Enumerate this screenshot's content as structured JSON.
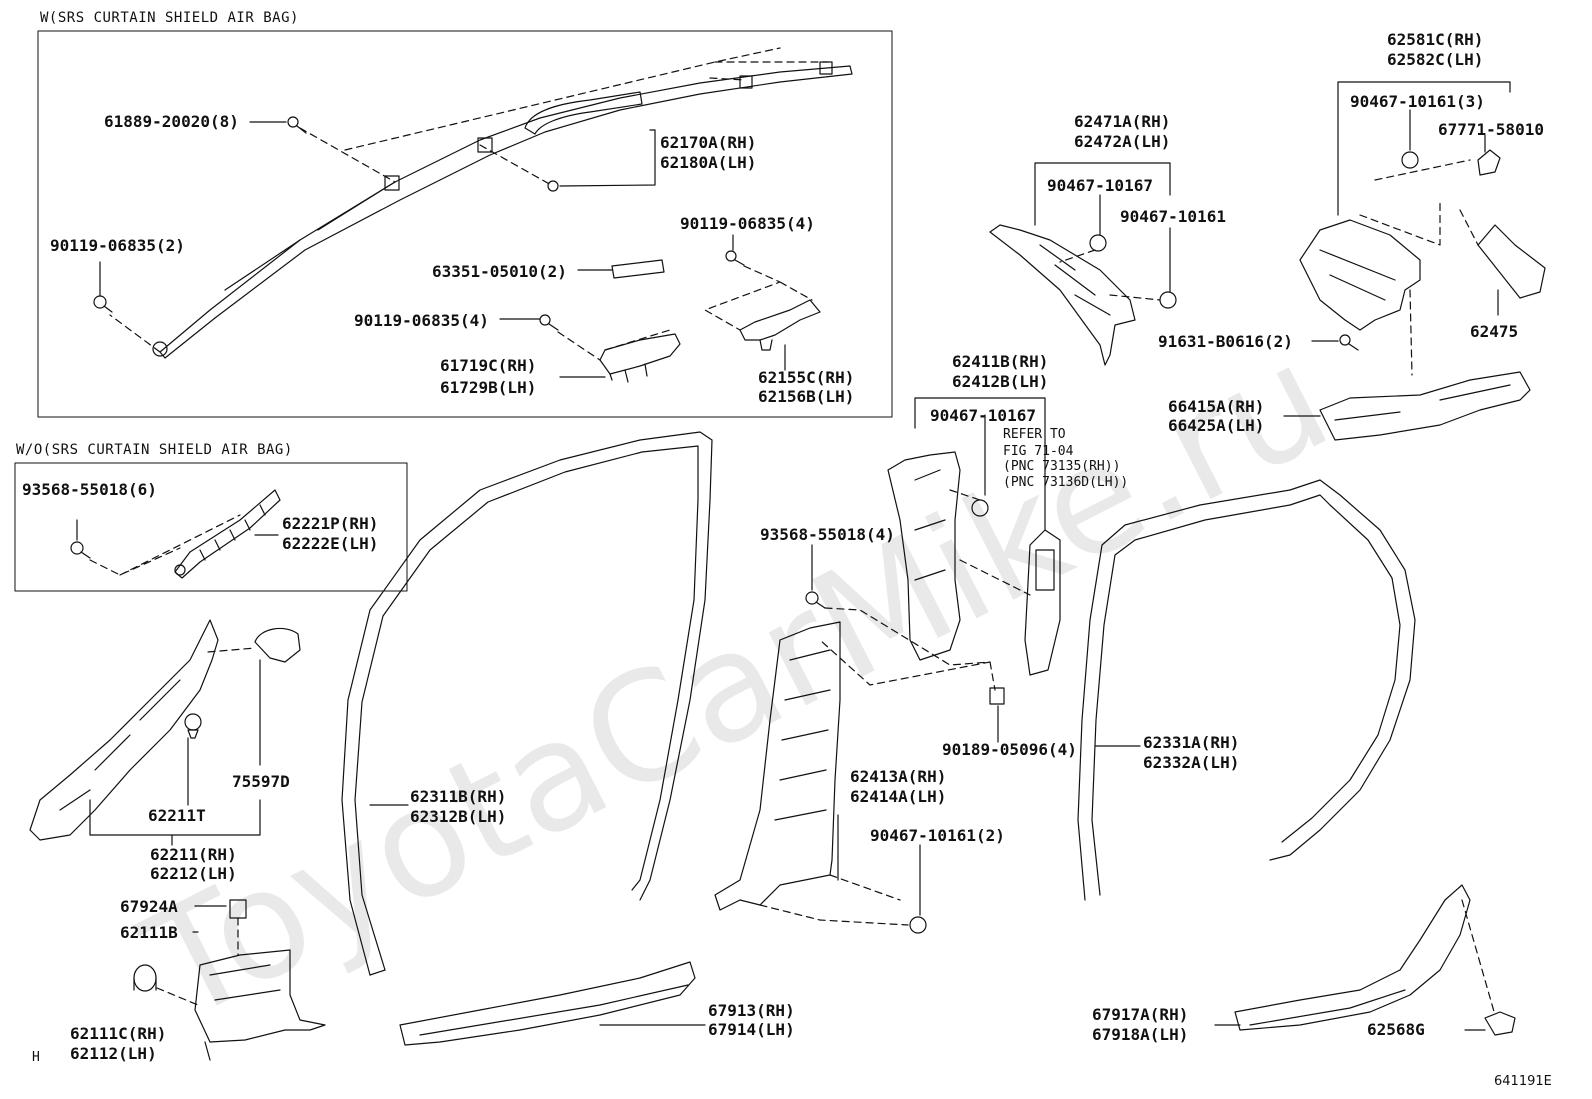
{
  "watermark": "ToyotaCarMike.ru",
  "box_with": {
    "title": "W(SRS CURTAIN SHIELD AIR BAG)",
    "labels": {
      "p61889": "61889-20020(8)",
      "p62170_rh": "62170A(RH)",
      "p62180_lh": "62180A(LH)",
      "p90119_a": "90119-06835(2)",
      "p90119_b": "90119-06835(4)",
      "p90119_c": "90119-06835(4)",
      "p63351": "63351-05010(2)",
      "p61719_rh": "61719C(RH)",
      "p61729_lh": "61729B(LH)",
      "p62155_rh": "62155C(RH)",
      "p62156_lh": "62156B(LH)"
    }
  },
  "box_without": {
    "title": "W/O(SRS CURTAIN SHIELD AIR BAG)",
    "labels": {
      "p93568": "93568-55018(6)",
      "p62221_rh": "62221P(RH)",
      "p62222_lh": "62222E(LH)"
    }
  },
  "labels": {
    "p75597": "75597D",
    "p62211t": "62211T",
    "p62211_rh": "62211(RH)",
    "p62212_lh": "62212(LH)",
    "p67924": "67924A",
    "p62111b": "62111B",
    "p62111c_rh": "62111C(RH)",
    "p62112_lh": "62112(LH)",
    "p62311_rh": "62311B(RH)",
    "p62312_lh": "62312B(LH)",
    "p67913_rh": "67913(RH)",
    "p67914_lh": "67914(LH)",
    "p62411_rh": "62411B(RH)",
    "p62412_lh": "62412B(LH)",
    "p90467_a": "90467-10167",
    "refer1": "REFER TO",
    "refer2": "FIG 71-04",
    "refer3": "(PNC 73135(RH))",
    "refer4": "(PNC 73136D(LH))",
    "p93568_b": "93568-55018(4)",
    "p90189": "90189-05096(4)",
    "p62413_rh": "62413A(RH)",
    "p62414_lh": "62414A(LH)",
    "p90467_c": "90467-10161(2)",
    "p62331_rh": "62331A(RH)",
    "p62332_lh": "62332A(LH)",
    "p67917_rh": "67917A(RH)",
    "p67918_lh": "67918A(LH)",
    "p62568": "62568G",
    "p62471_rh": "62471A(RH)",
    "p62472_lh": "62472A(LH)",
    "p90467_b": "90467-10167",
    "p90467_d": "90467-10161",
    "p62581_rh": "62581C(RH)",
    "p62582_lh": "62582C(LH)",
    "p90467_e": "90467-10161(3)",
    "p67771": "67771-58010",
    "p62475": "62475",
    "p91631": "91631-B0616(2)",
    "p66415_rh": "66415A(RH)",
    "p66425_lh": "66425A(LH)",
    "corner_h": "H",
    "fig_code": "641191E"
  }
}
